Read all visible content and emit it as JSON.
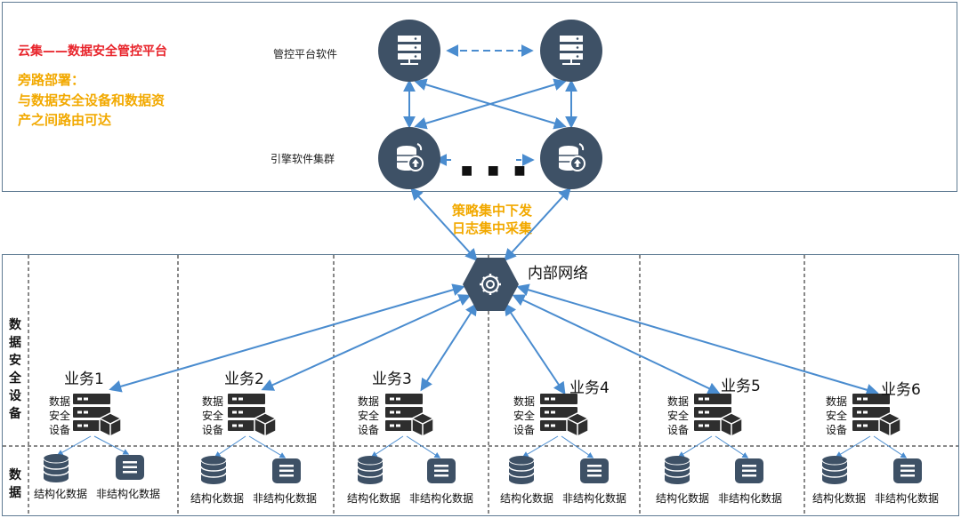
{
  "top_panel": {
    "title": "云集——数据安全管控平台",
    "deploy_title": "旁路部署：",
    "deploy_desc": [
      "与数据安全设备和数据资",
      "产之间路由可达"
    ],
    "mgmt_label": "管控平台软件",
    "engine_label": "引擎软件集群",
    "ellipsis": "■ ■ ■"
  },
  "middle": {
    "line1": "策略集中下发",
    "line2": "日志集中采集"
  },
  "bottom_panel": {
    "network_label": "内部网络",
    "left_devices_label": [
      "数",
      "据",
      "安",
      "全",
      "设",
      "备"
    ],
    "left_data_label": [
      "数",
      "据"
    ],
    "device_text": [
      "数据",
      "安全",
      "设备"
    ],
    "structured": "结构化数据",
    "unstructured": "非结构化数据",
    "businesses": [
      "业务1",
      "业务2",
      "业务3",
      "业务4",
      "业务5",
      "业务6"
    ]
  },
  "colors": {
    "node": "#3e5166",
    "arrow": "#4a8ccf",
    "border": "#5f7b93",
    "red": "#e8242b",
    "orange": "#f2a900"
  }
}
